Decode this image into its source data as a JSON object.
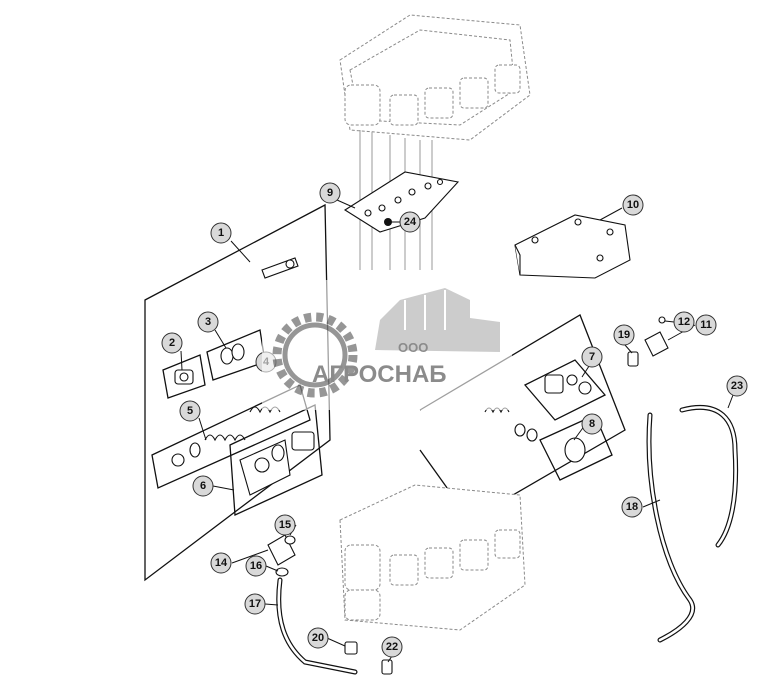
{
  "diagram": {
    "watermark": {
      "company_prefix": "ООО",
      "company_name": "АГРОСНАБ"
    },
    "callouts": [
      {
        "id": "c1",
        "label": "1"
      },
      {
        "id": "c2",
        "label": "2"
      },
      {
        "id": "c3",
        "label": "3"
      },
      {
        "id": "c4",
        "label": "4"
      },
      {
        "id": "c5",
        "label": "5"
      },
      {
        "id": "c6",
        "label": "6"
      },
      {
        "id": "c7",
        "label": "7"
      },
      {
        "id": "c8",
        "label": "8"
      },
      {
        "id": "c9",
        "label": "9"
      },
      {
        "id": "c10",
        "label": "10"
      },
      {
        "id": "c11",
        "label": "11"
      },
      {
        "id": "c12",
        "label": "12"
      },
      {
        "id": "c14",
        "label": "14"
      },
      {
        "id": "c15",
        "label": "15"
      },
      {
        "id": "c16",
        "label": "16"
      },
      {
        "id": "c17",
        "label": "17"
      },
      {
        "id": "c18",
        "label": "18"
      },
      {
        "id": "c19",
        "label": "19"
      },
      {
        "id": "c20",
        "label": "20"
      },
      {
        "id": "c22",
        "label": "22"
      },
      {
        "id": "c23",
        "label": "23"
      },
      {
        "id": "c24",
        "label": "24"
      }
    ]
  }
}
